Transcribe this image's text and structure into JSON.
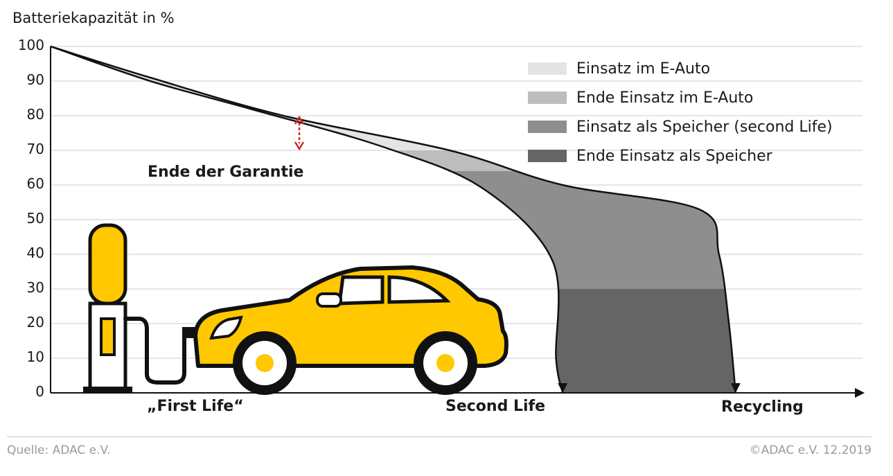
{
  "chart_data": {
    "type": "area",
    "ylabel": "Batteriekapazität in %",
    "ylim": [
      0,
      100
    ],
    "yticks": [
      0,
      10,
      20,
      30,
      40,
      50,
      60,
      70,
      80,
      90,
      100
    ],
    "grid": true,
    "legend_position": "top-right",
    "x_categories": [
      "„First Life“",
      "Second Life",
      "Recycling"
    ],
    "bands": [
      {
        "name": "Einsatz im E-Auto",
        "y_range": [
          70,
          100
        ],
        "color": "#e4e4e4"
      },
      {
        "name": "Ende Einsatz im E-Auto",
        "y_range": [
          64,
          70
        ],
        "color": "#bdbdbd"
      },
      {
        "name": "Einsatz als Speicher (second Life)",
        "y_range": [
          30,
          64
        ],
        "color": "#8e8e8e"
      },
      {
        "name": "Ende Einsatz als Speicher",
        "y_range": [
          0,
          30
        ],
        "color": "#656565"
      }
    ],
    "series": [
      {
        "x": [
          0,
          3,
          6,
          10,
          13,
          15.1,
          15.2,
          15.4
        ],
        "y": [
          100,
          90,
          82,
          71,
          59,
          38,
          10,
          0
        ]
      },
      {
        "x": [
          0,
          3,
          7,
          12,
          15.4,
          19.5,
          20.1,
          20.4,
          20.6
        ],
        "y": [
          100,
          91,
          80,
          70,
          60,
          53,
          40,
          20,
          0
        ]
      }
    ],
    "annotations": [
      {
        "text": "Ende der Garantie",
        "y_range": [
          70,
          80
        ]
      }
    ],
    "colors": {
      "accent": "#ffc800",
      "marker": "#d32a1f"
    }
  },
  "footer": {
    "source": "Quelle: ADAC e.V.",
    "copyright": "©ADAC e.V.  12.2019"
  }
}
